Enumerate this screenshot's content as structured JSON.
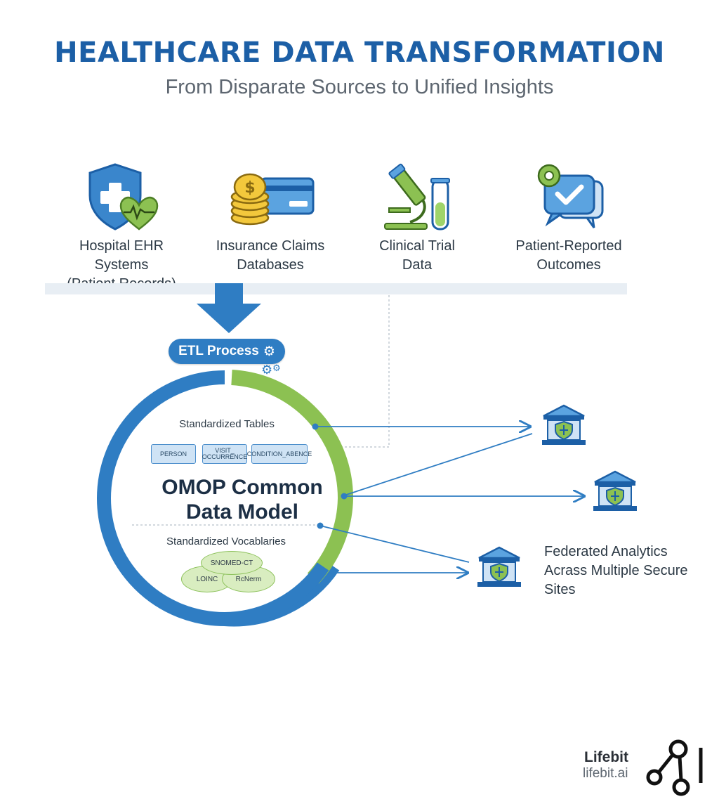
{
  "header": {
    "title": "HEALTHCARE DATA TRANSFORMATION",
    "subtitle": "From Disparate Sources to Unified Insights"
  },
  "sources": [
    {
      "label": "Hospital EHR Systems\n(Patient Records)",
      "icon": "shield-heart-icon"
    },
    {
      "label": "Insurance Claims\nDatabases",
      "icon": "coins-card-icon"
    },
    {
      "label": "Clinical Trial\nData",
      "icon": "microscope-icon"
    },
    {
      "label": "Patient-Reported\nOutcomes",
      "icon": "chat-check-icon"
    }
  ],
  "etl": {
    "label": "ETL Process",
    "icon": "gear-icon"
  },
  "omop": {
    "title": "OMOP Common\nData Model",
    "tables_label": "Standardized Tables",
    "tables": [
      "PERSON",
      "VISIT_\nOCCURRENCE",
      "CONDITION_ABENCE"
    ],
    "vocab_label": "Standardized Vocablaries",
    "vocabularies": [
      "SNOMED-CT",
      "LOINC",
      "RcNerm"
    ]
  },
  "federated": {
    "label": "Federated Analytics\nAcrass Multiple Secure\nSites",
    "site_icon": "secure-building-icon"
  },
  "brand": {
    "name": "Lifebit",
    "url": "lifebit.ai",
    "logo": "lifebit-logo-icon"
  },
  "colors": {
    "blue": "#2f7dc3",
    "green": "#8cc152",
    "title": "#1c5fa6"
  }
}
